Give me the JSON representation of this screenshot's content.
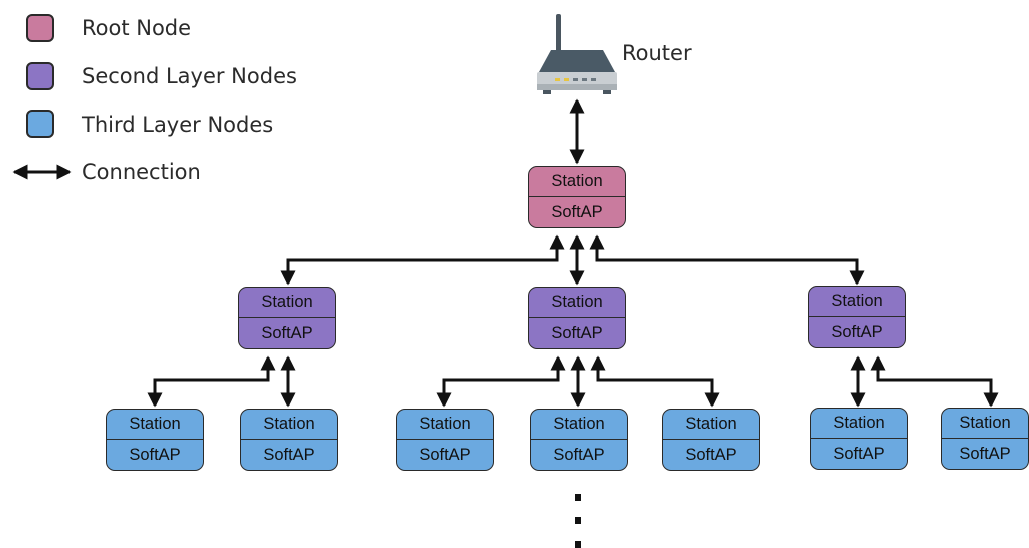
{
  "legend": {
    "root_label": "Root Node",
    "second_label": "Second Layer Nodes",
    "third_label": "Third Layer Nodes",
    "connection_label": "Connection"
  },
  "colors": {
    "root": "#c97b9e",
    "second_layer": "#8c75c4",
    "third_layer": "#6ba9e0",
    "line": "#111111"
  },
  "router": {
    "label": "Router",
    "icon": "router-icon"
  },
  "node_text": {
    "station": "Station",
    "softap": "SoftAP"
  },
  "root_node": {
    "top": "Station",
    "bottom": "SoftAP"
  },
  "second_layer": [
    {
      "top": "Station",
      "bottom": "SoftAP"
    },
    {
      "top": "Station",
      "bottom": "SoftAP"
    },
    {
      "top": "Station",
      "bottom": "SoftAP"
    }
  ],
  "third_layer": [
    {
      "top": "Station",
      "bottom": "SoftAP"
    },
    {
      "top": "Station",
      "bottom": "SoftAP"
    },
    {
      "top": "Station",
      "bottom": "SoftAP"
    },
    {
      "top": "Station",
      "bottom": "SoftAP"
    },
    {
      "top": "Station",
      "bottom": "SoftAP"
    },
    {
      "top": "Station",
      "bottom": "SoftAP"
    },
    {
      "top": "Station",
      "bottom": "SoftAP"
    }
  ],
  "continuation": "vertical-ellipsis"
}
